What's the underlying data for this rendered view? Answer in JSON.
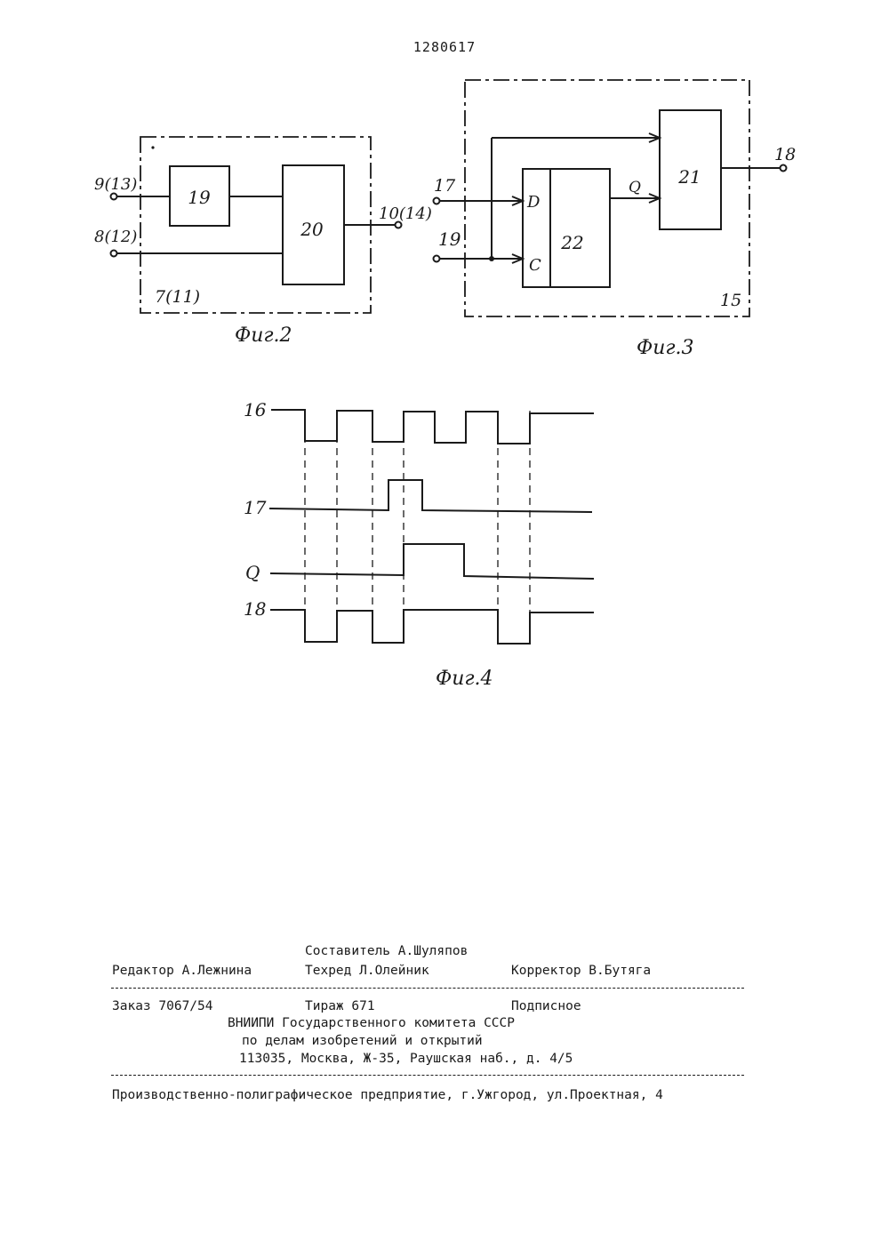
{
  "header": {
    "patent_number": "1280617"
  },
  "fig2": {
    "caption": "Фиг.2",
    "block_label": "7(11)",
    "input_top": "9(13)",
    "input_bottom": "8(12)",
    "output": "10(14)",
    "block_a": "19",
    "block_b": "20"
  },
  "fig3": {
    "caption": "Фиг.3",
    "block_label": "15",
    "input_d": "17",
    "input_c": "19",
    "output": "18",
    "trigger": "22",
    "pin_d": "D",
    "pin_c": "C",
    "q_label": "Q",
    "gate": "21"
  },
  "fig4": {
    "caption": "Фиг.4",
    "signals": [
      {
        "label": "16"
      },
      {
        "label": "17"
      },
      {
        "label": "Q"
      },
      {
        "label": "18"
      }
    ]
  },
  "imprint": {
    "composer": "Составитель А.Шуляпов",
    "editor": "Редактор А.Лежнина",
    "techred": "Техред Л.Олейник",
    "corrector": "Корректор В.Бутяга",
    "order": "Заказ 7067/54",
    "circulation": "Тираж 671",
    "subscription": "Подписное",
    "org_line1": "ВНИИПИ Государственного комитета СССР",
    "org_line2": "по делам изобретений и открытий",
    "org_address": "113035, Москва, Ж-35, Раушская наб., д. 4/5",
    "printer": "Производственно-полиграфическое предприятие, г.Ужгород, ул.Проектная, 4"
  }
}
